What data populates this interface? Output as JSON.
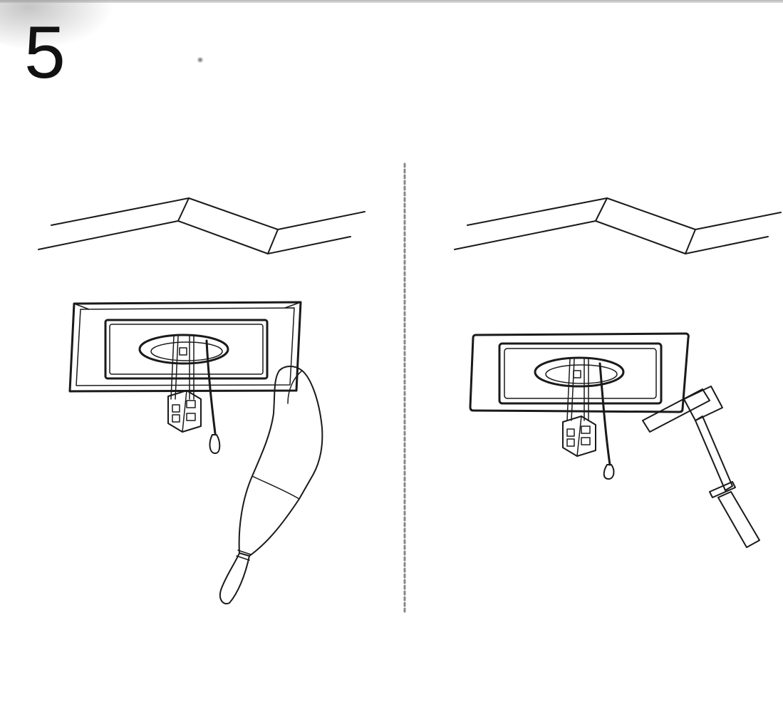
{
  "step": {
    "number": "5"
  },
  "colors": {
    "line": "#1a1a1a",
    "divider": "#888888",
    "background": "#ffffff"
  },
  "panels": [
    {
      "name": "panel-left",
      "content": "frame-with-wires-and-hand"
    },
    {
      "name": "panel-right",
      "content": "frame-with-wires-and-screwdriver"
    }
  ]
}
